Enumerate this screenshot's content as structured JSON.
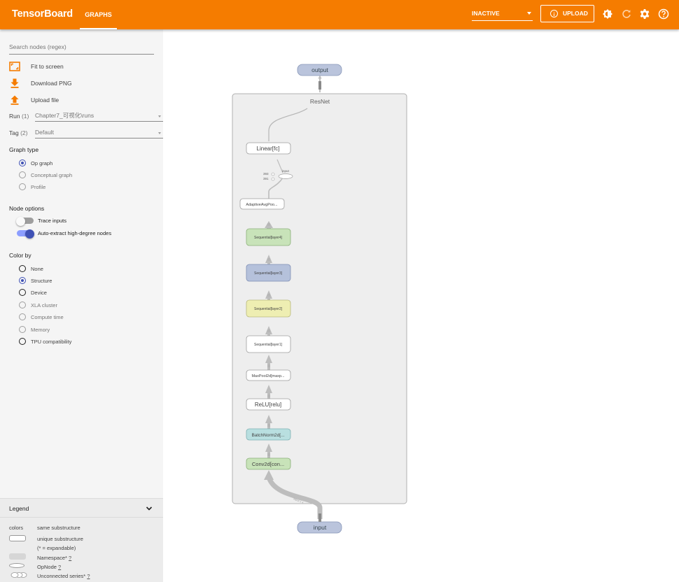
{
  "header": {
    "brand": "TensorBoard",
    "tab_graphs": "GRAPHS",
    "status_select": "INACTIVE",
    "upload_label": "UPLOAD",
    "colors": {
      "bar": "#f57c00",
      "text": "#ffffff"
    }
  },
  "sidebar": {
    "search_placeholder": "Search nodes (regex)",
    "actions": [
      {
        "label": "Fit to screen",
        "icon": "fit-screen-icon"
      },
      {
        "label": "Download PNG",
        "icon": "download-icon"
      },
      {
        "label": "Upload file",
        "icon": "upload-icon"
      }
    ],
    "run": {
      "label": "Run",
      "count": "(1)",
      "value": "Chapter7_可视化\\runs"
    },
    "tag": {
      "label": "Tag",
      "count": "(2)",
      "value": "Default"
    },
    "graph_type": {
      "title": "Graph type",
      "options": [
        "Op graph",
        "Conceptual graph",
        "Profile"
      ],
      "selected": "Op graph"
    },
    "node_options": {
      "title": "Node options",
      "trace_inputs": "Trace inputs",
      "auto_extract": "Auto-extract high-degree nodes"
    },
    "color_by": {
      "title": "Color by",
      "options": [
        "None",
        "Structure",
        "Device",
        "XLA cluster",
        "Compute time",
        "Memory",
        "TPU compatibility"
      ],
      "selected": "Structure"
    }
  },
  "legend": {
    "title": "Legend",
    "colors_label": "colors",
    "same_substructure": "same substructure",
    "unique_substructure": "unique substructure",
    "expandable_note": "(* = expandable)",
    "namespace": "Namespace*",
    "opnode": "OpNode",
    "unconnected_series": "Unconnected series*",
    "help": "?"
  },
  "graph": {
    "output_node": "output",
    "input_node": "input",
    "namespace_label": "ResNet",
    "nodes": {
      "linear": "Linear[fc]",
      "avgpool": "AdaptiveAvgPoo...",
      "layer4": "Sequential[layer4]",
      "layer3": "Sequential[layer3]",
      "layer2": "Sequential[layer2]",
      "layer1": "Sequential[layer1]",
      "maxpool": "MaxPool2d[maxp...",
      "relu": "ReLU[relu]",
      "bn": "BatchNorm2d[...",
      "conv": "Conv2d[con..."
    },
    "small_labels": {
      "c393": "393",
      "c391": "391",
      "input_op": "input"
    },
    "colors": {
      "green": "#c8e3b9",
      "blue": "#b5c1db",
      "yellow": "#eeeeb2",
      "teal": "#b9dfe0",
      "io_blue": "#bac4dc",
      "namespace_bg": "#eeeeee"
    }
  }
}
